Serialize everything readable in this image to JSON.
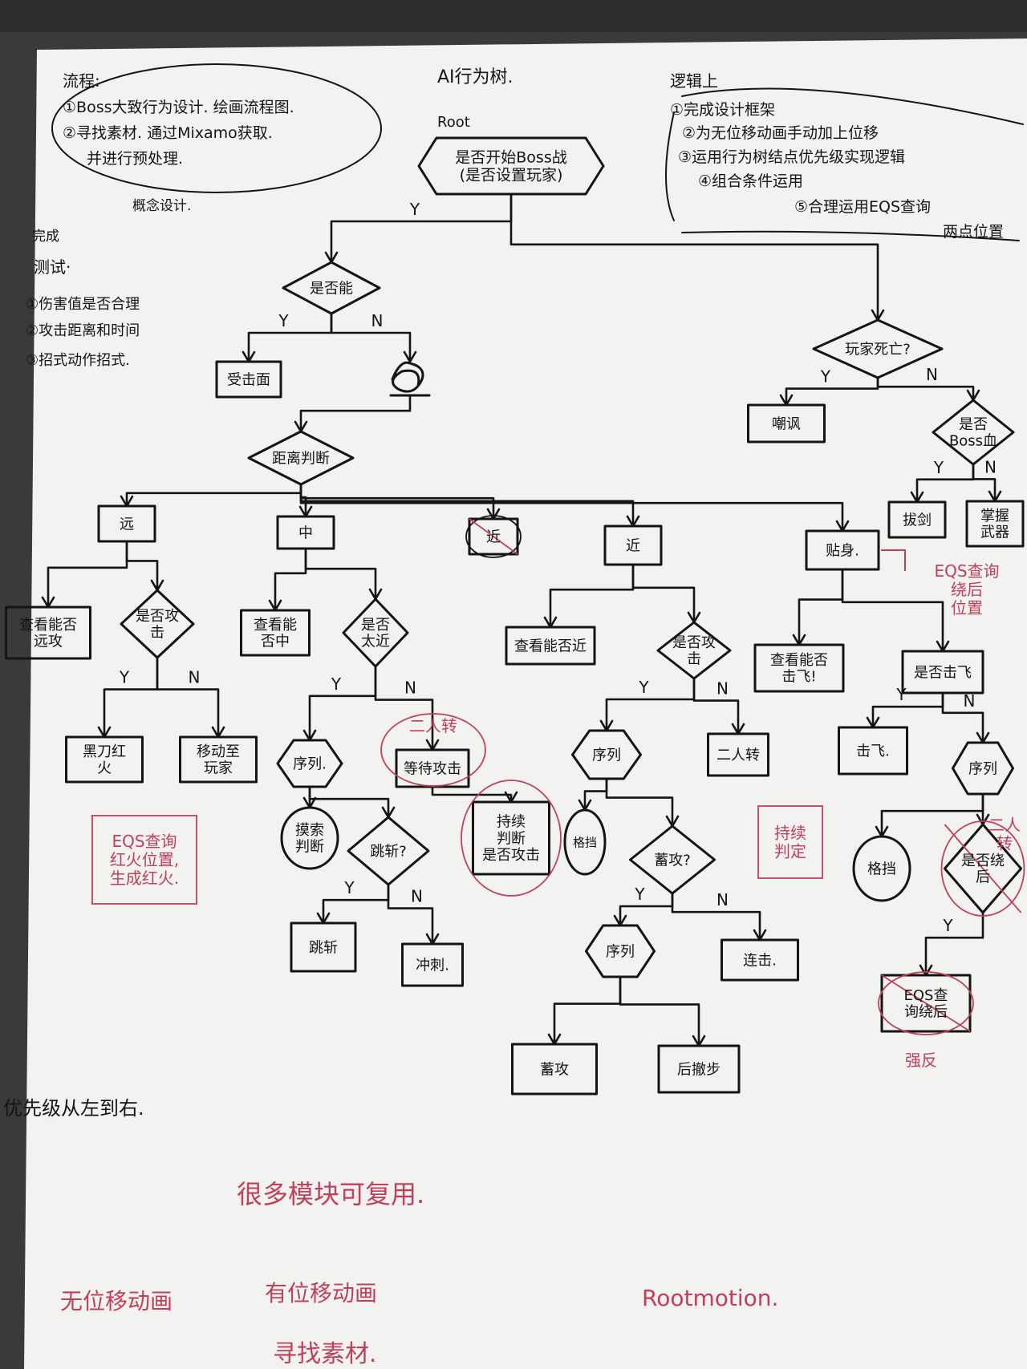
{
  "title": "AI行为树.",
  "root_label": "Root",
  "notes_left": {
    "heading": "流程:",
    "items": [
      "①Boss大致行为设计. 绘画流程图.",
      "②寻找素材. 通过Mixamo获取.",
      "并进行预处理."
    ],
    "concept": "概念设计.",
    "done": "完成",
    "test_heading": "测试·",
    "test_items": [
      "①伤害值是否合理",
      "②攻击距离和时间",
      "③招式动作招式."
    ],
    "priority": "优先级从左到右."
  },
  "notes_right": {
    "heading": "逻辑上",
    "items": [
      "①完成设计框架",
      "②为无位移动画手动加上位移",
      "③运用行为树结点优先级实现逻辑",
      "④组合条件运用",
      "⑤合理运用EQS查询",
      "两点位置"
    ]
  },
  "bottom_notes": {
    "reuse": "很多模块可复用.",
    "no_motion": "无位移动画",
    "with_motion": "有位移动画",
    "rootmotion": "Rootmotion.",
    "find": "寻找素材."
  },
  "nodes": [
    {
      "id": "root",
      "text": "是否开始Boss战\n(是否设置玩家)",
      "shape": "hex"
    },
    {
      "id": "canhit",
      "text": "是否能",
      "shape": "diamond"
    },
    {
      "id": "hitreact",
      "text": "受击面",
      "shape": "box"
    },
    {
      "id": "scrib",
      "text": "",
      "shape": "scribble"
    },
    {
      "id": "dist",
      "text": "距离判断",
      "shape": "diamond"
    },
    {
      "id": "far",
      "text": "远",
      "shape": "box"
    },
    {
      "id": "mid",
      "text": "中",
      "shape": "box"
    },
    {
      "id": "near0",
      "text": "近",
      "shape": "crossed"
    },
    {
      "id": "near",
      "text": "近",
      "shape": "box"
    },
    {
      "id": "close",
      "text": "贴身.",
      "shape": "box"
    },
    {
      "id": "farcheck",
      "text": "查看能否\n远攻",
      "shape": "box"
    },
    {
      "id": "faratk",
      "text": "是否攻\n击",
      "shape": "diamond"
    },
    {
      "id": "blackred",
      "text": "黑刀红\n火",
      "shape": "box"
    },
    {
      "id": "move",
      "text": "移动至\n玩家",
      "shape": "box"
    },
    {
      "id": "midcheck",
      "text": "查看能\n否中",
      "shape": "box"
    },
    {
      "id": "tooclose",
      "text": "是否\n太近",
      "shape": "diamond"
    },
    {
      "id": "seq1",
      "text": "序列.",
      "shape": "hex"
    },
    {
      "id": "wait",
      "text": "等待攻击",
      "shape": "box"
    },
    {
      "id": "probe",
      "text": "摸索\n判断",
      "shape": "circle"
    },
    {
      "id": "jumpq",
      "text": "跳斩?",
      "shape": "diamond"
    },
    {
      "id": "keepjudge",
      "text": "持续\n判断\n是否攻击",
      "shape": "box"
    },
    {
      "id": "jump",
      "text": "跳斩",
      "shape": "box"
    },
    {
      "id": "dash",
      "text": "冲刺.",
      "shape": "box"
    },
    {
      "id": "nearcheck",
      "text": "查看能否近",
      "shape": "box"
    },
    {
      "id": "nearatk",
      "text": "是否攻\n击",
      "shape": "diamond"
    },
    {
      "id": "seq2",
      "text": "序列",
      "shape": "hex"
    },
    {
      "id": "duo",
      "text": "二人转",
      "shape": "box"
    },
    {
      "id": "block1",
      "text": "格挡",
      "shape": "circle"
    },
    {
      "id": "charge",
      "text": "蓄攻?",
      "shape": "diamond"
    },
    {
      "id": "seq3",
      "text": "序列",
      "shape": "hex"
    },
    {
      "id": "combo",
      "text": "连击.",
      "shape": "box"
    },
    {
      "id": "chargeatk",
      "text": "蓄攻",
      "shape": "box"
    },
    {
      "id": "backstep",
      "text": "后撤步",
      "shape": "box"
    },
    {
      "id": "knockcheck",
      "text": "查看能否\n击飞!",
      "shape": "box"
    },
    {
      "id": "knockq",
      "text": "是否击飞",
      "shape": "box"
    },
    {
      "id": "knock",
      "text": "击飞.",
      "shape": "box"
    },
    {
      "id": "seq4",
      "text": "序列",
      "shape": "hex"
    },
    {
      "id": "block2",
      "text": "格挡",
      "shape": "circle"
    },
    {
      "id": "behind",
      "text": "是否绕\n后",
      "shape": "crossed-diamond"
    },
    {
      "id": "eqs",
      "text": "EQS查\n询绕后",
      "shape": "crossed"
    },
    {
      "id": "dead",
      "text": "玩家死亡?",
      "shape": "diamond"
    },
    {
      "id": "taunt",
      "text": "嘲讽",
      "shape": "box"
    },
    {
      "id": "bosshp",
      "text": "是否\nBoss血",
      "shape": "diamond"
    },
    {
      "id": "draw",
      "text": "拔剑",
      "shape": "box"
    },
    {
      "id": "weapon",
      "text": "掌握\n武器",
      "shape": "box"
    }
  ],
  "edges": [
    [
      "root",
      "canhit",
      "Y"
    ],
    [
      "root",
      "dead",
      ""
    ],
    [
      "canhit",
      "hitreact",
      "Y"
    ],
    [
      "canhit",
      "scrib",
      "N"
    ],
    [
      "scrib",
      "dist",
      ""
    ],
    [
      "dist",
      "far",
      ""
    ],
    [
      "dist",
      "mid",
      ""
    ],
    [
      "dist",
      "near0",
      ""
    ],
    [
      "dist",
      "near",
      ""
    ],
    [
      "dist",
      "close",
      ""
    ],
    [
      "far",
      "farcheck",
      ""
    ],
    [
      "far",
      "faratk",
      ""
    ],
    [
      "faratk",
      "blackred",
      "Y"
    ],
    [
      "faratk",
      "move",
      "N"
    ],
    [
      "mid",
      "midcheck",
      ""
    ],
    [
      "mid",
      "tooclose",
      ""
    ],
    [
      "tooclose",
      "seq1",
      "Y"
    ],
    [
      "tooclose",
      "wait",
      "N"
    ],
    [
      "seq1",
      "probe",
      ""
    ],
    [
      "seq1",
      "jumpq",
      ""
    ],
    [
      "jumpq",
      "jump",
      "Y"
    ],
    [
      "jumpq",
      "dash",
      "N"
    ],
    [
      "wait",
      "keepjudge",
      ""
    ],
    [
      "near",
      "nearcheck",
      ""
    ],
    [
      "near",
      "nearatk",
      ""
    ],
    [
      "nearatk",
      "seq2",
      "Y"
    ],
    [
      "nearatk",
      "duo",
      "N"
    ],
    [
      "seq2",
      "block1",
      ""
    ],
    [
      "seq2",
      "charge",
      ""
    ],
    [
      "charge",
      "seq3",
      "Y"
    ],
    [
      "charge",
      "combo",
      "N"
    ],
    [
      "seq3",
      "chargeatk",
      ""
    ],
    [
      "seq3",
      "backstep",
      ""
    ],
    [
      "close",
      "knockcheck",
      ""
    ],
    [
      "close",
      "knockq",
      ""
    ],
    [
      "knockq",
      "knock",
      "Y"
    ],
    [
      "knockq",
      "seq4",
      "N"
    ],
    [
      "seq4",
      "block2",
      ""
    ],
    [
      "seq4",
      "behind",
      ""
    ],
    [
      "behind",
      "eqs",
      "Y"
    ],
    [
      "dead",
      "taunt",
      "Y"
    ],
    [
      "dead",
      "bosshp",
      "N"
    ],
    [
      "bosshp",
      "draw",
      "Y"
    ],
    [
      "bosshp",
      "weapon",
      "N"
    ]
  ],
  "red_notes": [
    {
      "id": "duo_note",
      "text": "二人转"
    },
    {
      "id": "eqs_fire",
      "text": "EQS查询\n红火位置,\n生成红火."
    },
    {
      "id": "keep_note",
      "text": "持续\n判定"
    },
    {
      "id": "eqs_behind",
      "text": "EQS查询\n绕后\n位置"
    },
    {
      "id": "strong",
      "text": "强反"
    },
    {
      "id": "duo_note2",
      "text": "二人\n转"
    }
  ],
  "colors": {
    "ink": "#141414",
    "red_pen": "#c0405a",
    "paper": "#f4f4f2",
    "desk": "#3a3a3c"
  }
}
